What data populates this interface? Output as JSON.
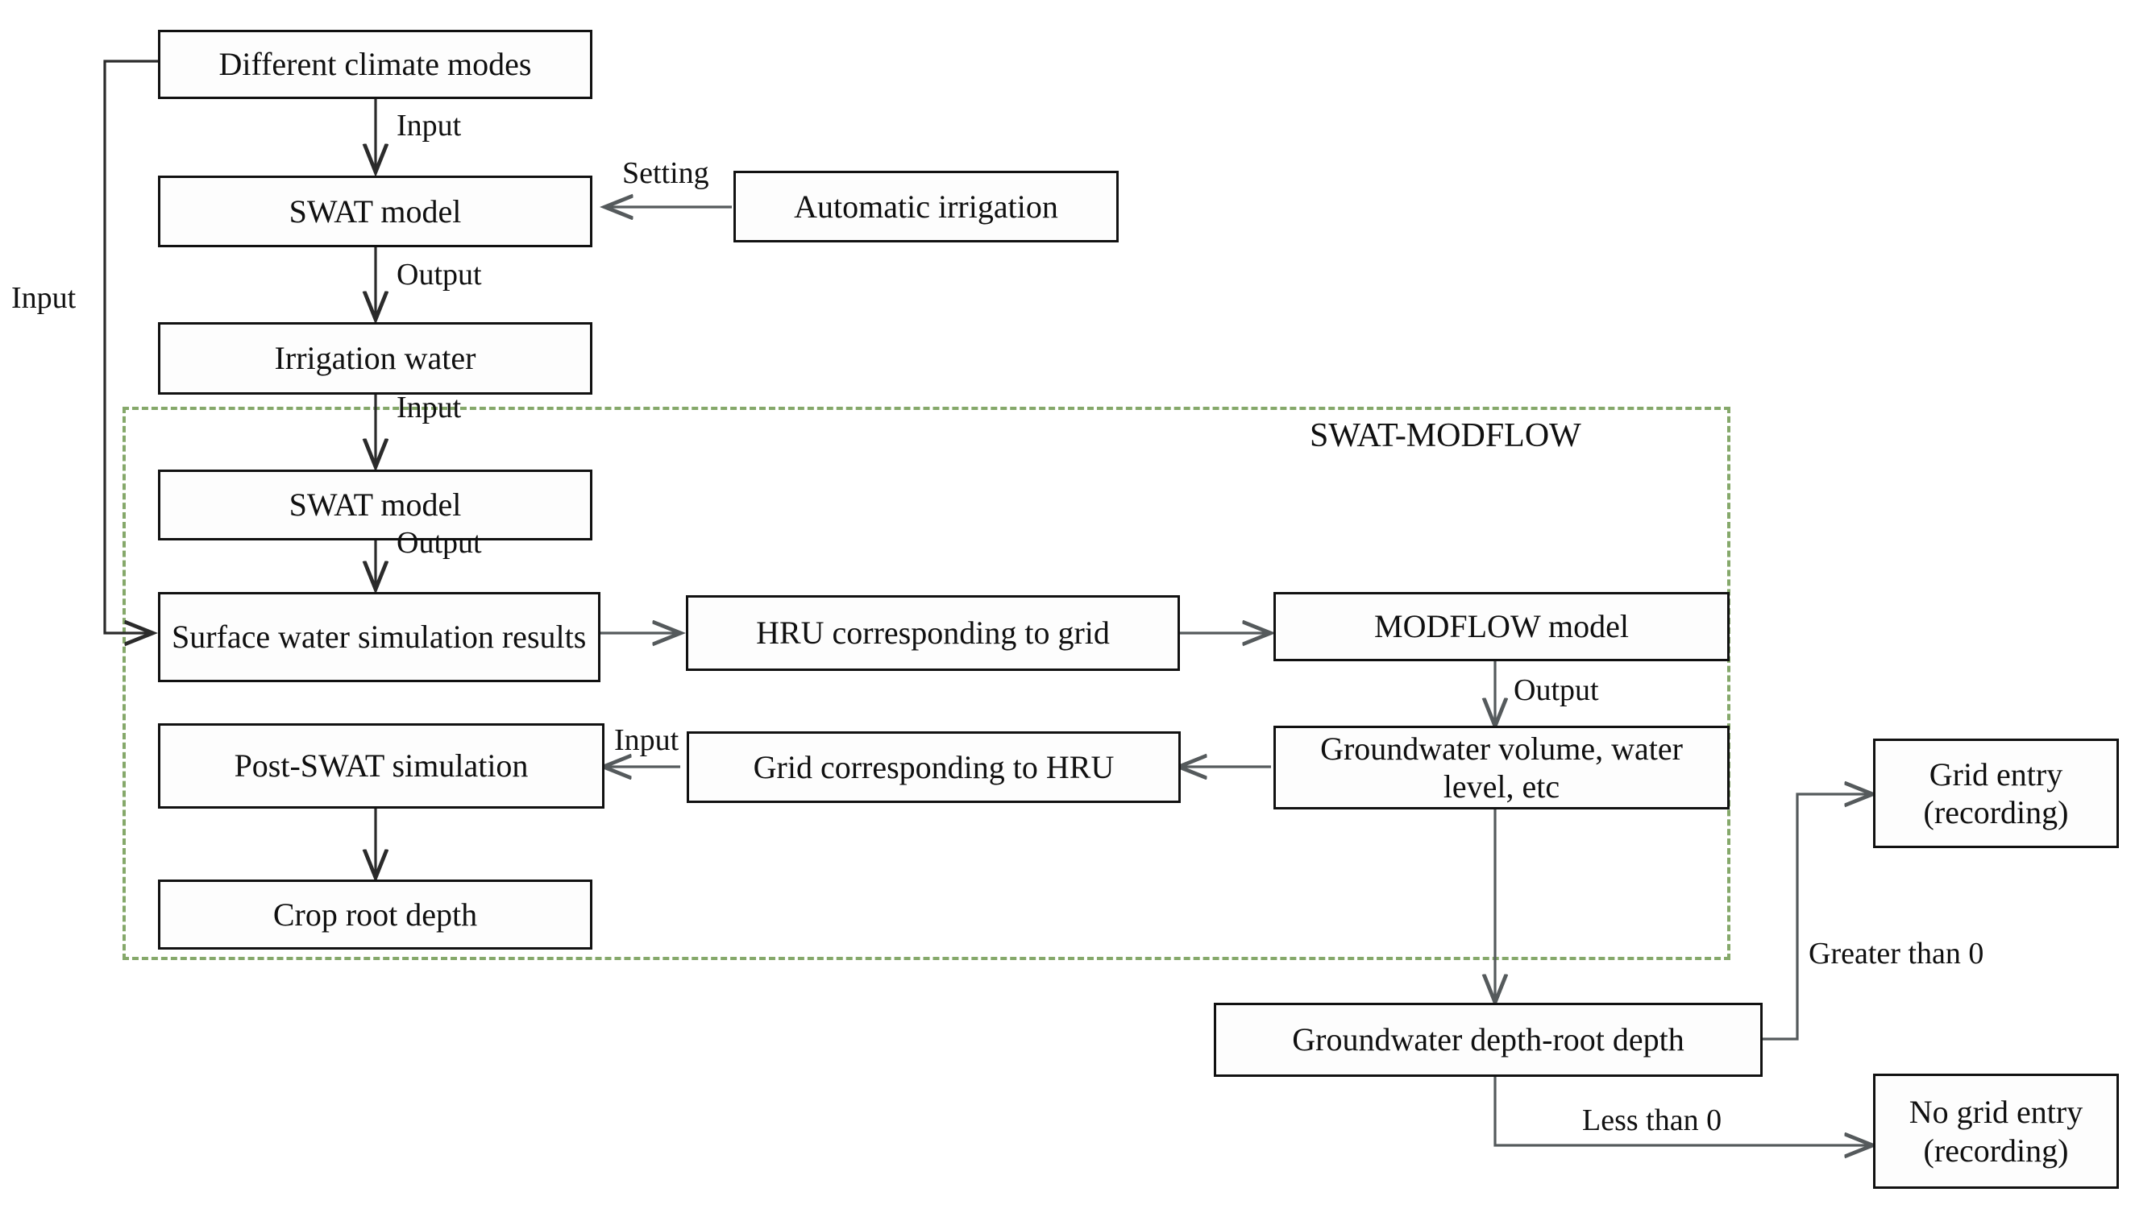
{
  "diagram": {
    "title": "SWAT-MODFLOW coupled modeling workflow",
    "group_label": "SWAT-MODFLOW",
    "group_border_color": "#85a86a",
    "node_border_color": "#111111",
    "wire_color": "#555a5c"
  },
  "nodes": [
    {
      "id": "different-climate-modes",
      "label": "Different climate modes"
    },
    {
      "id": "swat-model-top",
      "label": "SWAT model"
    },
    {
      "id": "automatic-irrigation",
      "label": "Automatic irrigation"
    },
    {
      "id": "irrigation-water",
      "label": "Irrigation water"
    },
    {
      "id": "swat-model-inner",
      "label": "SWAT model"
    },
    {
      "id": "surface-water-simulation-results",
      "label": "Surface water simulation results"
    },
    {
      "id": "hru-corresponding-to-grid",
      "label": "HRU corresponding to grid"
    },
    {
      "id": "modflow-model",
      "label": "MODFLOW model"
    },
    {
      "id": "post-swat-simulation",
      "label": "Post-SWAT simulation"
    },
    {
      "id": "grid-corresponding-to-hru",
      "label": "Grid corresponding to HRU"
    },
    {
      "id": "groundwater-volume-water-level",
      "label": "Groundwater volume, water level, etc"
    },
    {
      "id": "crop-root-depth",
      "label": "Crop root depth"
    },
    {
      "id": "groundwater-depth-root-depth",
      "label": "Groundwater depth-root depth"
    },
    {
      "id": "grid-entry-recording",
      "label": "Grid entry (recording)"
    },
    {
      "id": "no-grid-entry-recording",
      "label": "No grid entry (recording)"
    }
  ],
  "edge_labels": [
    {
      "id": "input-climate-to-swat",
      "text": "Input"
    },
    {
      "id": "setting-irrigation-to-swat",
      "text": "Setting"
    },
    {
      "id": "output-swat-to-irrigation-water",
      "text": "Output"
    },
    {
      "id": "input-irrigation-water-to-swat-inner",
      "text": "Input"
    },
    {
      "id": "output-swat-inner-to-surface-results",
      "text": "Output"
    },
    {
      "id": "input-feedback-loop",
      "text": "Input"
    },
    {
      "id": "output-modflow-to-groundwater",
      "text": "Output"
    },
    {
      "id": "input-grid-to-post-swat",
      "text": "Input"
    },
    {
      "id": "greater-than-zero",
      "text": "Greater than 0"
    },
    {
      "id": "less-than-zero",
      "text": "Less than 0"
    }
  ]
}
